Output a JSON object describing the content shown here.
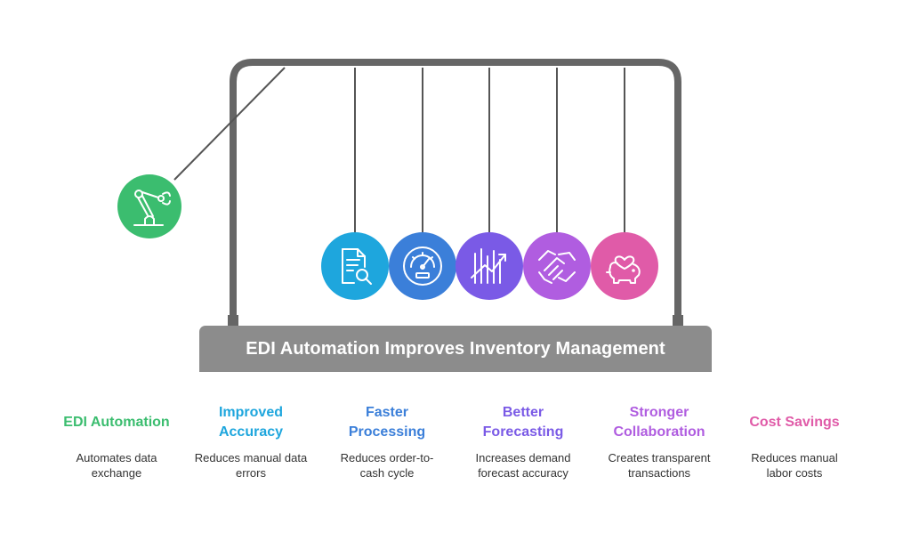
{
  "title": "EDI Automation Improves Inventory Management",
  "items": [
    {
      "title": "EDI Automation",
      "description": "Automates data exchange",
      "color": "#3bbd6f",
      "icon": "robot-arm-icon"
    },
    {
      "title": "Improved Accuracy",
      "description": "Reduces manual data errors",
      "color": "#1ea6dd",
      "icon": "document-search-icon"
    },
    {
      "title": "Faster Processing",
      "description": "Reduces order-to-cash cycle",
      "color": "#3b7fd9",
      "icon": "speedometer-icon"
    },
    {
      "title": "Better Forecasting",
      "description": "Increases demand forecast accuracy",
      "color": "#7a5ae6",
      "icon": "trend-chart-icon"
    },
    {
      "title": "Stronger Collaboration",
      "description": "Creates transparent transactions",
      "color": "#b05de0",
      "icon": "handshake-icon"
    },
    {
      "title": "Cost Savings",
      "description": "Reduces manual labor costs",
      "color": "#e05ba8",
      "icon": "piggy-bank-icon"
    }
  ]
}
